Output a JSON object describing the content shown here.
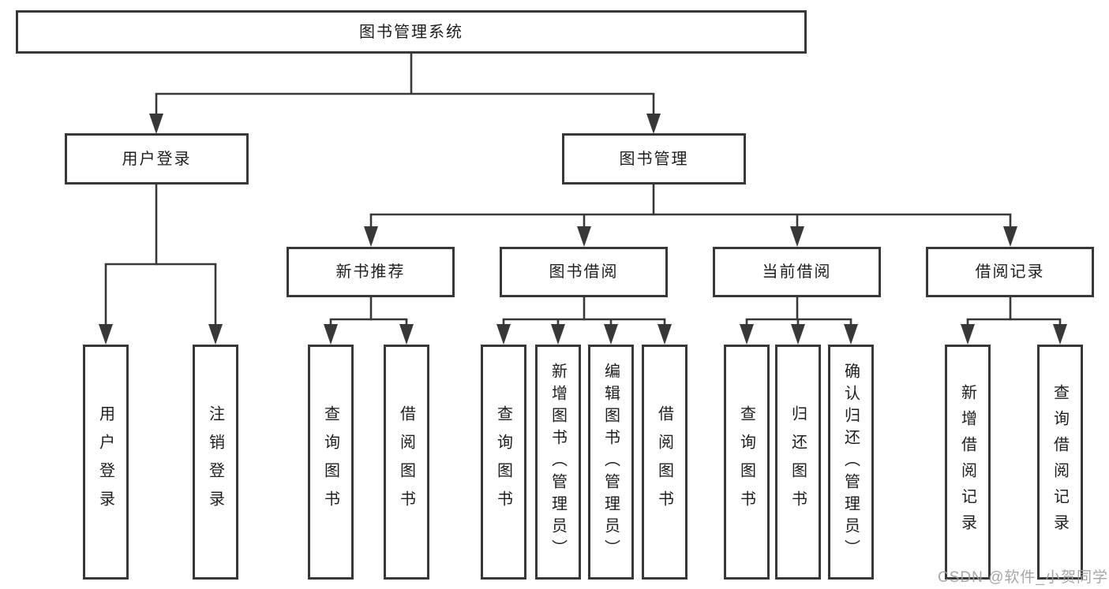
{
  "diagram": {
    "kind": "hierarchy-tree",
    "colors": {
      "line": "#383838",
      "text": "#1e1e1e",
      "background": "#ffffff",
      "watermark": "#9e9e9e"
    },
    "watermark": "CSDN @软件_小贺同学",
    "tree": {
      "label": "图书管理系统",
      "children": [
        {
          "label": "用户登录",
          "children": [
            {
              "label": "用户登录"
            },
            {
              "label": "注销登录"
            }
          ]
        },
        {
          "label": "图书管理",
          "children": [
            {
              "label": "新书推荐",
              "children": [
                {
                  "label": "查询图书"
                },
                {
                  "label": "借阅图书"
                }
              ]
            },
            {
              "label": "图书借阅",
              "children": [
                {
                  "label": "查询图书"
                },
                {
                  "label": "新增图书（管理员）"
                },
                {
                  "label": "编辑图书（管理员）"
                },
                {
                  "label": "借阅图书"
                }
              ]
            },
            {
              "label": "当前借阅",
              "children": [
                {
                  "label": "查询图书"
                },
                {
                  "label": "归还图书"
                },
                {
                  "label": "确认归还（管理员）"
                }
              ]
            },
            {
              "label": "借阅记录",
              "children": [
                {
                  "label": "新增借阅记录"
                },
                {
                  "label": "查询借阅记录"
                }
              ]
            }
          ]
        }
      ]
    }
  }
}
